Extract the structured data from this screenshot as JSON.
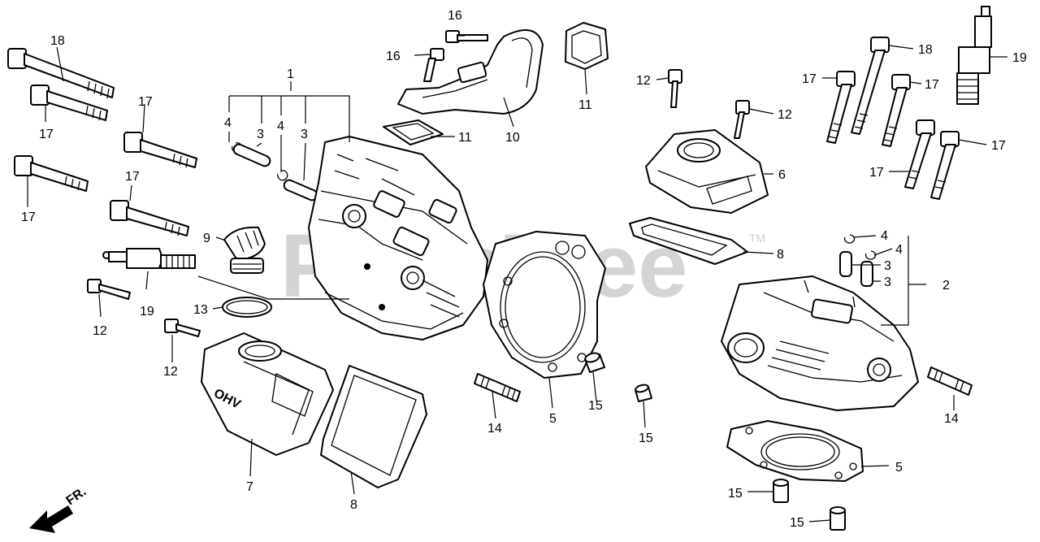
{
  "watermark": {
    "text": "PartsTree",
    "trademark": "TM"
  },
  "direction_marker": {
    "label": "FR."
  },
  "callouts": [
    {
      "id": "c18a",
      "text": "18"
    },
    {
      "id": "c17a",
      "text": "17"
    },
    {
      "id": "c17b",
      "text": "17"
    },
    {
      "id": "c17c",
      "text": "17"
    },
    {
      "id": "c17d",
      "text": "17"
    },
    {
      "id": "c1",
      "text": "1"
    },
    {
      "id": "c4a",
      "text": "4"
    },
    {
      "id": "c3a",
      "text": "3"
    },
    {
      "id": "c4b",
      "text": "4"
    },
    {
      "id": "c3b",
      "text": "3"
    },
    {
      "id": "c9",
      "text": "9"
    },
    {
      "id": "c19a",
      "text": "19"
    },
    {
      "id": "c12a",
      "text": "12"
    },
    {
      "id": "c13",
      "text": "13"
    },
    {
      "id": "c12b",
      "text": "12"
    },
    {
      "id": "c7",
      "text": "7"
    },
    {
      "id": "c8a",
      "text": "8"
    },
    {
      "id": "c14a",
      "text": "14"
    },
    {
      "id": "c5a",
      "text": "5"
    },
    {
      "id": "c15a",
      "text": "15"
    },
    {
      "id": "c15b",
      "text": "15"
    },
    {
      "id": "c16a",
      "text": "16"
    },
    {
      "id": "c16b",
      "text": "16"
    },
    {
      "id": "c11a",
      "text": "11"
    },
    {
      "id": "c11b",
      "text": "11"
    },
    {
      "id": "c10",
      "text": "10"
    },
    {
      "id": "c12c",
      "text": "12"
    },
    {
      "id": "c12d",
      "text": "12"
    },
    {
      "id": "c6",
      "text": "6"
    },
    {
      "id": "c8b",
      "text": "8"
    },
    {
      "id": "c18b",
      "text": "18"
    },
    {
      "id": "c19b",
      "text": "19"
    },
    {
      "id": "c17e",
      "text": "17"
    },
    {
      "id": "c17f",
      "text": "17"
    },
    {
      "id": "c17g",
      "text": "17"
    },
    {
      "id": "c17h",
      "text": "17"
    },
    {
      "id": "c4c",
      "text": "4"
    },
    {
      "id": "c4d",
      "text": "4"
    },
    {
      "id": "c3c",
      "text": "3"
    },
    {
      "id": "c3d",
      "text": "3"
    },
    {
      "id": "c2",
      "text": "2"
    },
    {
      "id": "c14b",
      "text": "14"
    },
    {
      "id": "c5b",
      "text": "5"
    },
    {
      "id": "c15c",
      "text": "15"
    },
    {
      "id": "c15d",
      "text": "15"
    }
  ]
}
